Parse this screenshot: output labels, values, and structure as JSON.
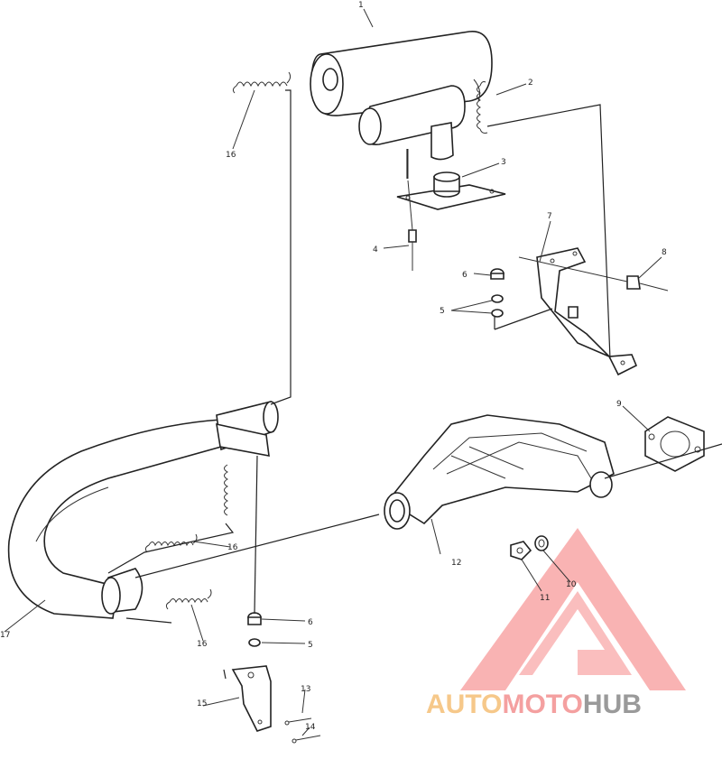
{
  "diagram": {
    "callouts": [
      {
        "id": "c1",
        "text": "1"
      },
      {
        "id": "c2",
        "text": "2"
      },
      {
        "id": "c3",
        "text": "3"
      },
      {
        "id": "c4",
        "text": "4"
      },
      {
        "id": "c6a",
        "text": "6"
      },
      {
        "id": "c5a",
        "text": "5"
      },
      {
        "id": "c7",
        "text": "7"
      },
      {
        "id": "c8",
        "text": "8"
      },
      {
        "id": "c9",
        "text": "9"
      },
      {
        "id": "c16a",
        "text": "16"
      },
      {
        "id": "c16b",
        "text": "16"
      },
      {
        "id": "c16c",
        "text": "16"
      },
      {
        "id": "c12",
        "text": "12"
      },
      {
        "id": "c11",
        "text": "11"
      },
      {
        "id": "c10",
        "text": "10"
      },
      {
        "id": "c17",
        "text": "17"
      },
      {
        "id": "c6b",
        "text": "6"
      },
      {
        "id": "c5b",
        "text": "5"
      },
      {
        "id": "c15",
        "text": "15"
      },
      {
        "id": "c13",
        "text": "13"
      },
      {
        "id": "c14",
        "text": "14"
      }
    ]
  },
  "watermark": {
    "part1": "AUTO",
    "part2": "MOTO",
    "part3": "HUB",
    "color1": "#f6c88a",
    "color2": "#f4a0a0",
    "color3": "#9a9a9a"
  }
}
